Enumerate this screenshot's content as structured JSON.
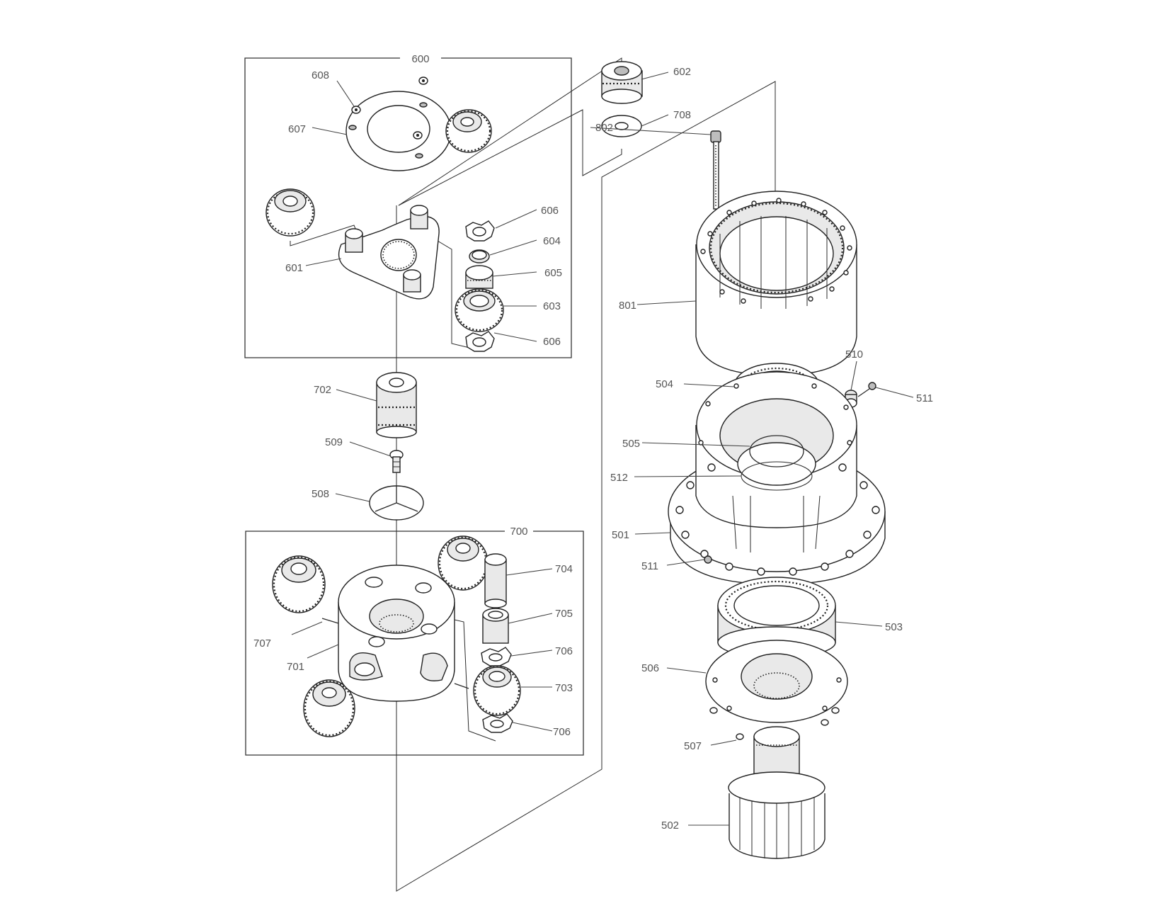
{
  "labels": {
    "g600": "600",
    "g700": "700",
    "p601": "601",
    "p602": "602",
    "p603": "603",
    "p604": "604",
    "p605": "605",
    "p606a": "606",
    "p606b": "606",
    "p607": "607",
    "p608": "608",
    "p501": "501",
    "p502": "502",
    "p503": "503",
    "p504": "504",
    "p505": "505",
    "p506": "506",
    "p507": "507",
    "p508": "508",
    "p509": "509",
    "p510": "510",
    "p511a": "511",
    "p511b": "511",
    "p512": "512",
    "p701": "701",
    "p702": "702",
    "p703": "703",
    "p704": "704",
    "p705": "705",
    "p706a": "706",
    "p706b": "706",
    "p707": "707",
    "p708": "708",
    "p801": "801",
    "p802": "802"
  }
}
